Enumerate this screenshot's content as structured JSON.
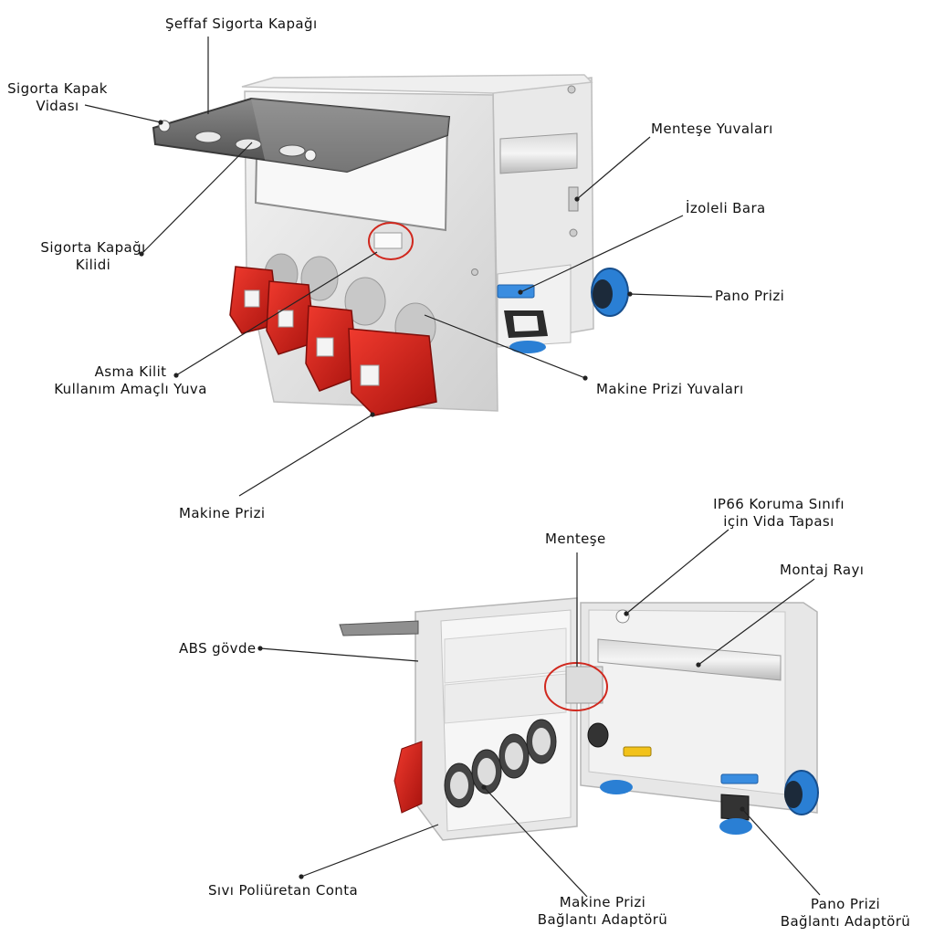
{
  "labels": {
    "seffaf_sigorta_kapagi": "Şeffaf Sigorta Kapağı",
    "sigorta_kapak_vidasi": [
      "Sigorta Kapak",
      "Vidası"
    ],
    "menteşe_yuvalari": "Menteşe Yuvaları",
    "izoleli_bara": "İzoleli Bara",
    "pano_prizi": "Pano Prizi",
    "sigorta_kapagi_kilidi": [
      "Sigorta Kapağı",
      "Kilidi"
    ],
    "asma_kilit": [
      "Asma Kilit",
      "Kullanım Amaçlı Yuva"
    ],
    "makine_prizi_yuvalari": "Makine Prizi Yuvaları",
    "makine_prizi": "Makine Prizi",
    "ip66": [
      "IP66 Koruma Sınıfı",
      "için Vida Tapası"
    ],
    "mentese": "Menteşe",
    "montaj_rayi": "Montaj Rayı",
    "abs_govde": "ABS gövde",
    "sivi_poliuretan_conta": "Sıvı Poliüretan Conta",
    "makine_prizi_baglanti": [
      "Makine Prizi",
      "Bağlantı Adaptörü"
    ],
    "pano_prizi_baglanti": [
      "Pano Prizi",
      "Bağlantı Adaptörü"
    ]
  },
  "colors": {
    "plug_red": "#d9231d",
    "socket_blue": "#2a7fd4",
    "body_gray": "#e6e6e6",
    "highlight_circle": "#d0281e"
  }
}
